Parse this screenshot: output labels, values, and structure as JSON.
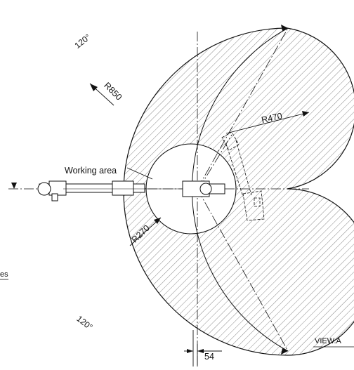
{
  "drawing": {
    "labels": {
      "angle_top": "120°",
      "angle_bottom": "120°",
      "r850": "R850",
      "r470": "R470",
      "r270": "R270",
      "working_area": "Working area",
      "dim_54": "54",
      "view": "VIEW.A",
      "side_fragment": "es"
    },
    "colors": {
      "line": "#111111",
      "hatch": "#8a8a8a",
      "background": "#ffffff"
    }
  }
}
